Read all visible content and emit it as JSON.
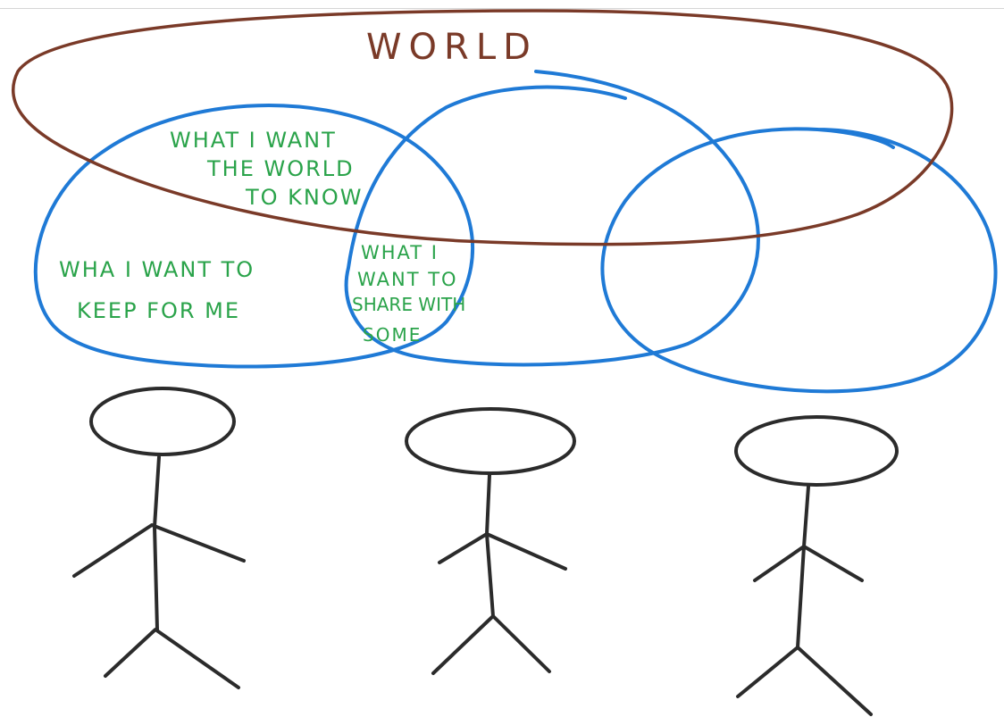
{
  "world": {
    "label": "WORLD",
    "color": "#7a3a28"
  },
  "bubbles": {
    "public": {
      "lines": [
        "WHAT I WANT",
        "THE WORLD",
        "TO KNOW"
      ]
    },
    "private": {
      "lines": [
        "WHA I WANT TO",
        "KEEP FOR ME"
      ]
    },
    "shared": {
      "lines": [
        "WHAT I",
        "WANT TO",
        "SHARE WITH",
        "SOME"
      ]
    },
    "ink_color": "#2aa34a",
    "outline_color": "#1f7ad6"
  },
  "figures": {
    "count": 3,
    "ink_color": "#2b2b2b"
  }
}
